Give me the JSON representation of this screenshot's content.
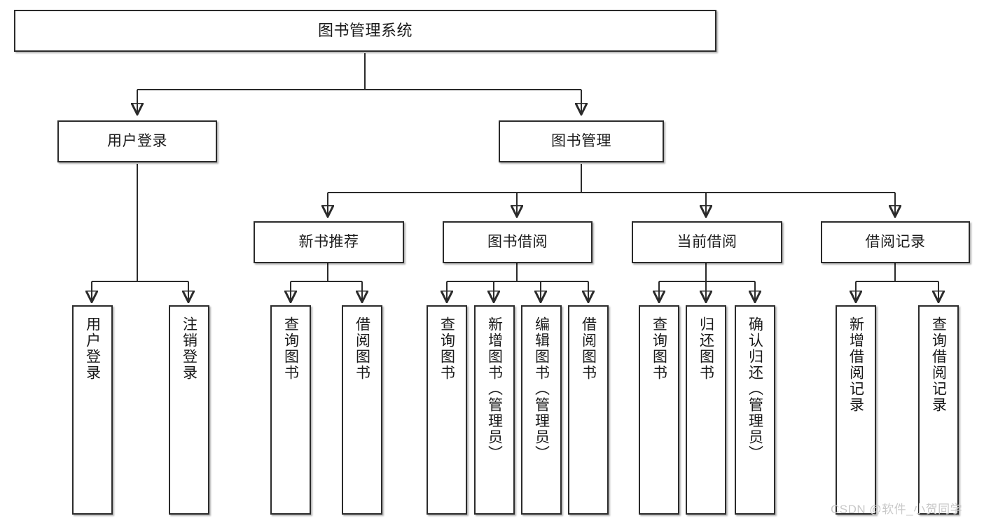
{
  "diagram": {
    "title": "图书管理系统",
    "type": "tree-hierarchy",
    "root": {
      "id": "root",
      "label": "图书管理系统"
    },
    "level2": [
      {
        "id": "user-login",
        "label": "用户登录"
      },
      {
        "id": "book-manage",
        "label": "图书管理"
      }
    ],
    "level3": [
      {
        "id": "new-book-rec",
        "label": "新书推荐",
        "parent": "book-manage"
      },
      {
        "id": "book-borrow",
        "label": "图书借阅",
        "parent": "book-manage"
      },
      {
        "id": "current-borrow",
        "label": "当前借阅",
        "parent": "book-manage"
      },
      {
        "id": "borrow-record",
        "label": "借阅记录",
        "parent": "book-manage"
      }
    ],
    "leaves": [
      {
        "id": "leaf-user-login",
        "label": "用户登录",
        "parent": "user-login"
      },
      {
        "id": "leaf-logout-login",
        "label": "注销登录",
        "parent": "user-login"
      },
      {
        "id": "leaf-query-book-1",
        "label": "查询图书",
        "parent": "new-book-rec"
      },
      {
        "id": "leaf-borrow-book-1",
        "label": "借阅图书",
        "parent": "new-book-rec"
      },
      {
        "id": "leaf-query-book-2",
        "label": "查询图书",
        "parent": "book-borrow"
      },
      {
        "id": "leaf-add-book",
        "label": "新增图书（管理员）",
        "parent": "book-borrow"
      },
      {
        "id": "leaf-edit-book",
        "label": "编辑图书（管理员）",
        "parent": "book-borrow"
      },
      {
        "id": "leaf-borrow-book-2",
        "label": "借阅图书",
        "parent": "book-borrow"
      },
      {
        "id": "leaf-query-book-3",
        "label": "查询图书",
        "parent": "current-borrow"
      },
      {
        "id": "leaf-return-book",
        "label": "归还图书",
        "parent": "current-borrow"
      },
      {
        "id": "leaf-confirm-return",
        "label": "确认归还（管理员）",
        "parent": "current-borrow"
      },
      {
        "id": "leaf-add-record",
        "label": "新增借阅记录",
        "parent": "borrow-record"
      },
      {
        "id": "leaf-query-record",
        "label": "查询借阅记录",
        "parent": "borrow-record"
      }
    ],
    "watermark": "CSDN @软件_小贺同学",
    "colors": {
      "stroke": "#2b2b2b",
      "fill": "#ffffff",
      "text": "#1a1a1a",
      "watermark": "#c9c9c9"
    }
  }
}
